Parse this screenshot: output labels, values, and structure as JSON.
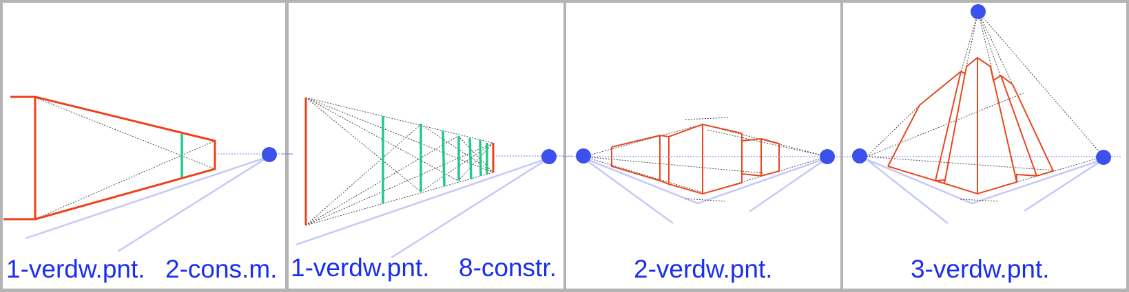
{
  "colors": {
    "border": "#b4b4b4",
    "panel_bg": "#ffffff",
    "label": "#1a2ef0",
    "object_line": "#f0401a",
    "division_line": "#20c890",
    "vanishing_point": "#3c50ec",
    "construction_line": "#444444",
    "sight_line": "#c4c8f8"
  },
  "panels": [
    {
      "id": "one-point-two-measures",
      "labels": [
        "1-verdw.pnt.",
        "2-cons.m."
      ],
      "vanishing_points": 1,
      "divisions": 1
    },
    {
      "id": "one-point-eight-constructions",
      "labels": [
        "1-verdw.pnt.",
        "8-constr."
      ],
      "vanishing_points": 1,
      "divisions": 8
    },
    {
      "id": "two-point",
      "labels": [
        "2-verdw.pnt."
      ],
      "vanishing_points": 2
    },
    {
      "id": "three-point",
      "labels": [
        "3-verdw.pnt."
      ],
      "vanishing_points": 3
    }
  ]
}
